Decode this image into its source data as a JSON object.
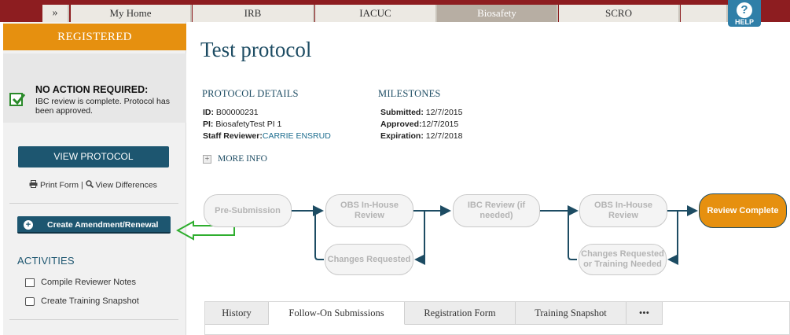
{
  "nav": {
    "chevron": "»",
    "tabs": [
      {
        "label": "My Home"
      },
      {
        "label": "IRB"
      },
      {
        "label": "IACUC"
      },
      {
        "label": "Biosafety",
        "active": true
      },
      {
        "label": "SCRO"
      }
    ],
    "help": {
      "icon": "?",
      "label": "HELP"
    }
  },
  "sidebar": {
    "status_banner": "REGISTERED",
    "status_title": "NO ACTION REQUIRED:",
    "status_text": "IBC review is complete. Protocol has been approved.",
    "view_protocol": "VIEW PROTOCOL",
    "print_form": "Print Form",
    "separator": "|",
    "view_differences": "View Differences",
    "create_amendment": "Create Amendment/Renewal",
    "activities_heading": "ACTIVITIES",
    "activities": [
      {
        "label": "Compile Reviewer Notes",
        "icon": "document-icon"
      },
      {
        "label": "Create Training Snapshot",
        "icon": "camera-icon"
      }
    ]
  },
  "main": {
    "title": "Test protocol",
    "protocol_details": {
      "heading": "PROTOCOL DETAILS",
      "id_label": "ID:",
      "id_value": "B00000231",
      "pi_label": "PI:",
      "pi_value": "BiosafetyTest PI 1",
      "reviewer_label": "Staff Reviewer:",
      "reviewer_value": "CARRIE ENSRUD"
    },
    "milestones": {
      "heading": "MILESTONES",
      "submitted_label": "Submitted:",
      "submitted_value": "12/7/2015",
      "approved_label": "Approved:",
      "approved_value": "12/7/2015",
      "expiration_label": "Expiration:",
      "expiration_value": "12/7/2018"
    },
    "more_info": {
      "icon": "+",
      "label": "MORE INFO"
    },
    "workflow": {
      "steps": [
        {
          "label": "Pre-Submission",
          "state": "inactive"
        },
        {
          "label": "OBS In-House Review",
          "state": "inactive"
        },
        {
          "label": "Changes Requested",
          "state": "inactive"
        },
        {
          "label": "IBC Review (if needed)",
          "state": "inactive"
        },
        {
          "label": "OBS In-House Review",
          "state": "inactive"
        },
        {
          "label": "Changes Requested or Training Needed",
          "state": "inactive"
        },
        {
          "label": "Review Complete",
          "state": "complete"
        }
      ]
    },
    "tabs": [
      {
        "label": "History"
      },
      {
        "label": "Follow-On Submissions",
        "active": true
      },
      {
        "label": "Registration Form"
      },
      {
        "label": "Training Snapshot"
      },
      {
        "label": "•••"
      }
    ]
  },
  "colors": {
    "brand_red": "#8d1d20",
    "accent_orange": "#e6900f",
    "primary_teal": "#1d5670",
    "arrow_green": "#2fae2f"
  }
}
